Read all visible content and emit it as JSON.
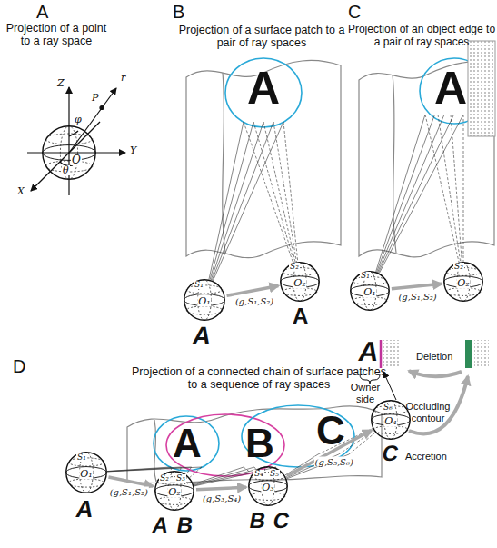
{
  "diagram": {
    "nodes": [
      {
        "text": [
          "O"
        ]
      },
      {
        "text": [
          "O₁"
        ]
      },
      {
        "text": [
          "O₂"
        ]
      },
      {
        "text": [
          "O₁"
        ]
      },
      {
        "text": [
          "O₂"
        ]
      },
      {
        "text": [
          "O₁"
        ]
      },
      {
        "text": [
          "O₂"
        ]
      },
      {
        "text": [
          "O₃"
        ]
      },
      {
        "text": [
          "O₄"
        ]
      }
    ],
    "edges": [
      {
        "from": 1,
        "to": 2,
        "arrow": "to",
        "label": "(g,S₁,S₂)"
      },
      {
        "from": 3,
        "to": 4,
        "arrow": "to",
        "label": "(g,S₁,S₂)"
      },
      {
        "from": 5,
        "to": 6,
        "arrow": "to",
        "label": "(g,S₁,S₂)"
      },
      {
        "from": 6,
        "to": 7,
        "arrow": "to",
        "label": "(g,S₃,S₄)"
      },
      {
        "from": 7,
        "to": 8,
        "arrow": "to",
        "label": "(g,S₅,S₆)"
      }
    ],
    "labels": [
      "A",
      "Projection of a point to a ray space",
      "B",
      "Projection of a surface patch to a pair of ray spaces",
      "C",
      "Projection of an object edge to a pair of ray spaces",
      "D",
      "Projection of a connected chain of surface patches to a sequence of ray spaces",
      "Z",
      "Y",
      "X",
      "r",
      "P",
      "φ",
      "θ",
      "A",
      "S₁",
      "S₂",
      "A",
      "A",
      "A",
      "S₁",
      "S₂",
      "A",
      "Deletion",
      "Accretion",
      "Owner side",
      "Occluding contour",
      "A",
      "B",
      "C",
      "S₁",
      "S₂",
      "S₃",
      "S₄",
      "S₅",
      "S₆",
      "A",
      "A",
      "B",
      "B",
      "C",
      "C"
    ]
  }
}
